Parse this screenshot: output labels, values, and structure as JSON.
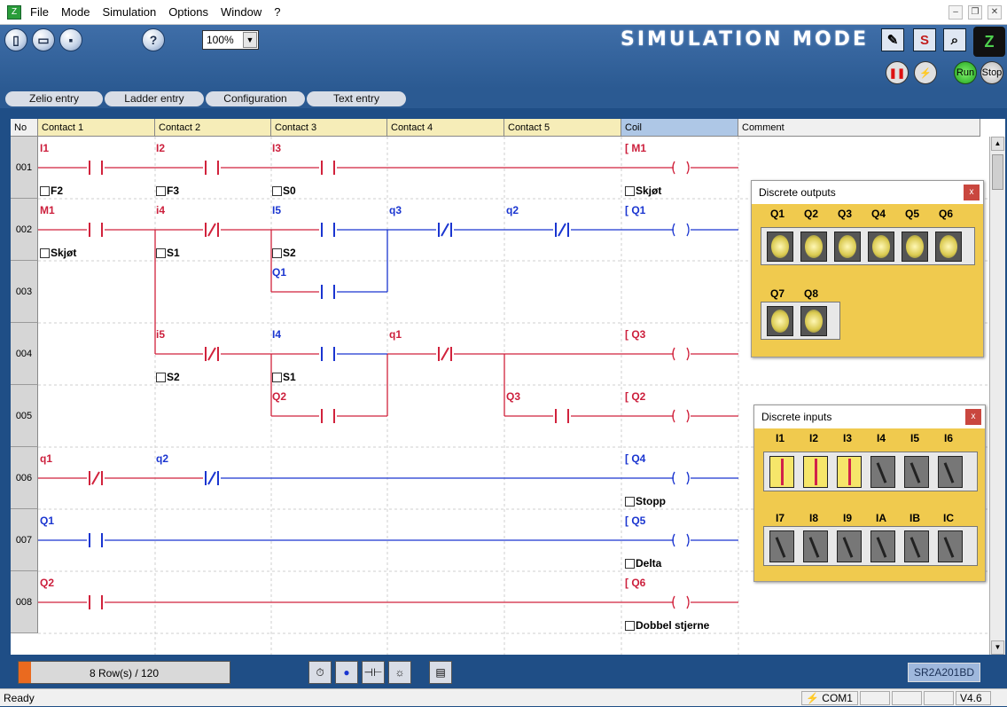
{
  "menu": [
    "File",
    "Mode",
    "Simulation",
    "Options",
    "Window",
    "?"
  ],
  "toolbar": {
    "zoom": "100%",
    "mode_title": "SIMULATION MODE",
    "s_label": "S",
    "run": "Run",
    "stop": "Stop"
  },
  "tabs": [
    "Zelio entry",
    "Ladder entry",
    "Configuration",
    "Text entry"
  ],
  "columns": [
    "No",
    "Contact 1",
    "Contact 2",
    "Contact 3",
    "Contact 4",
    "Contact 5",
    "Coil",
    "Comment"
  ],
  "rows": [
    "001",
    "002",
    "003",
    "004",
    "005",
    "006",
    "007",
    "008"
  ],
  "ladder": {
    "r1": {
      "c1": "I1",
      "c1c": "F2",
      "c2": "I2",
      "c2c": "F3",
      "c3": "I3",
      "c3c": "S0",
      "coil": "M1",
      "coilc": "Skjøt"
    },
    "r2": {
      "c1": "M1",
      "c1c": "Skjøt",
      "c2": "i4",
      "c2c": "S1",
      "c3": "I5",
      "c3c": "S2",
      "c4": "q3",
      "c5": "q2",
      "coil": "Q1"
    },
    "r3": {
      "c3": "Q1"
    },
    "r4": {
      "c2": "i5",
      "c2c": "S2",
      "c3": "I4",
      "c3c": "S1",
      "c4": "q1",
      "coil": "Q3"
    },
    "r5": {
      "c3": "Q2",
      "c5": "Q3",
      "coil": "Q2"
    },
    "r6": {
      "c1": "q1",
      "c2": "q2",
      "coil": "Q4",
      "coilc": "Stopp"
    },
    "r7": {
      "c1": "Q1",
      "coil": "Q5",
      "coilc": "Delta"
    },
    "r8": {
      "c1": "Q2",
      "coil": "Q6",
      "coilc": "Dobbel stjerne"
    }
  },
  "outputs_panel": {
    "title": "Discrete outputs",
    "row1": [
      "Q1",
      "Q2",
      "Q3",
      "Q4",
      "Q5",
      "Q6"
    ],
    "row2": [
      "Q7",
      "Q8"
    ]
  },
  "inputs_panel": {
    "title": "Discrete inputs",
    "row1": [
      "I1",
      "I2",
      "I3",
      "I4",
      "I5",
      "I6"
    ],
    "row2": [
      "I7",
      "I8",
      "I9",
      "IA",
      "IB",
      "IC"
    ]
  },
  "status": {
    "rows": "8 Row(s) / 120",
    "model": "SR2A201BD",
    "ready": "Ready",
    "port": "COM1",
    "version": "V4.6"
  }
}
